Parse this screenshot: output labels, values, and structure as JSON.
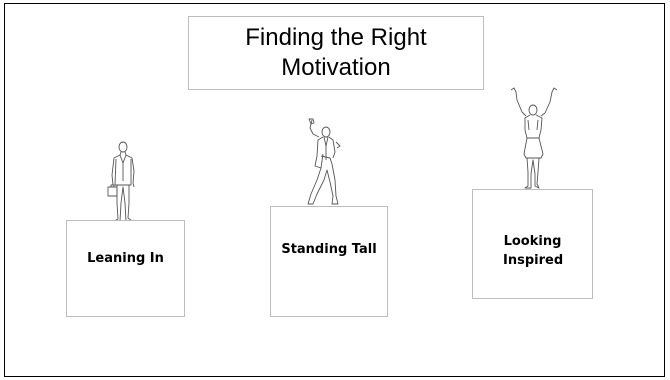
{
  "title": "Finding the Right Motivation",
  "pedestals": [
    {
      "label": "Leaning In"
    },
    {
      "label": "Standing Tall"
    },
    {
      "label": "Looking Inspired"
    }
  ],
  "colors": {
    "outline": "#bdbdbd",
    "border": "#000000",
    "figure_stroke": "#555555"
  }
}
